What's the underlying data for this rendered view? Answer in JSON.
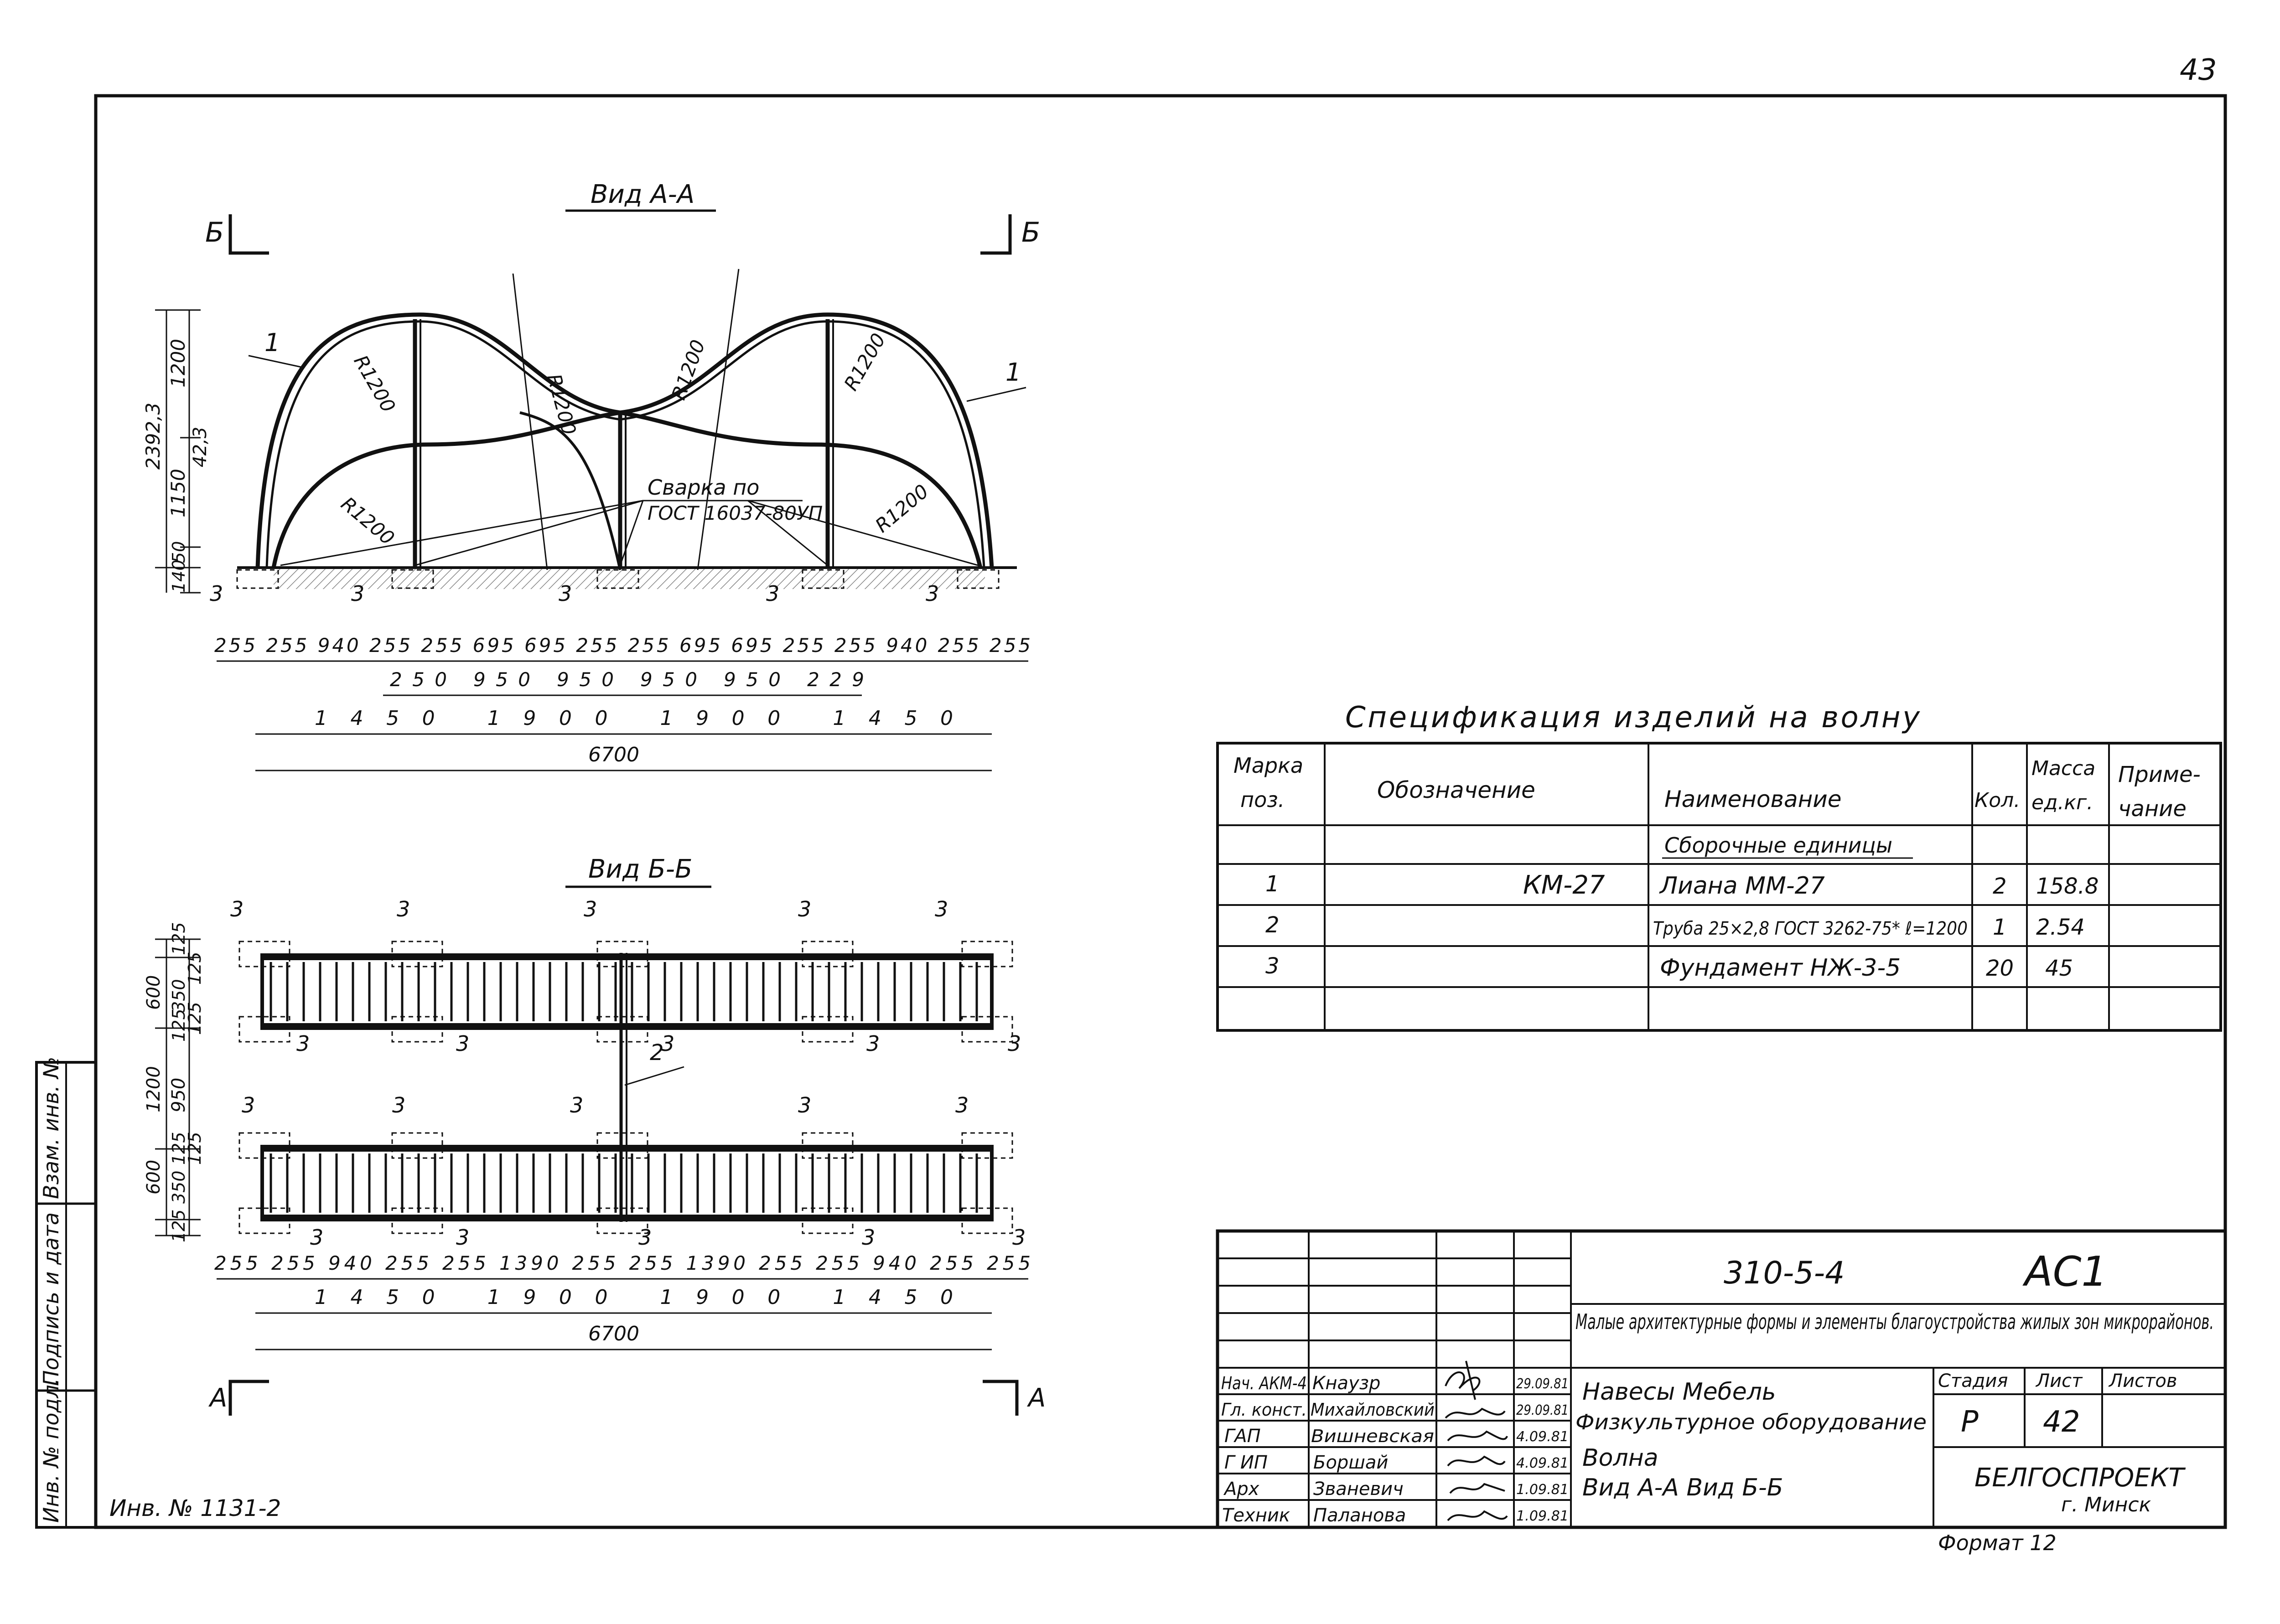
{
  "page_number": "43",
  "view_aa": {
    "title": "Вид А-А",
    "section_left": "Б",
    "section_right": "Б",
    "pos1": "1",
    "radius": "R1200",
    "weld_note_1": "Сварка по",
    "weld_note_2": "ГОСТ 16037-80УП",
    "foundation": "3",
    "vdims": [
      "2392,3",
      "1200",
      "42,3",
      "1150",
      "50",
      "140"
    ],
    "dims_row1": [
      "255",
      "255",
      "940",
      "255",
      "255",
      "695",
      "695",
      "255",
      "255",
      "695",
      "695",
      "255",
      "255",
      "940",
      "255",
      "255"
    ],
    "dims_row2": [
      "250",
      "950",
      "950",
      "950",
      "950",
      "229"
    ],
    "dims_row3": [
      "1450",
      "1900",
      "1900",
      "1450"
    ],
    "dims_total": "6700"
  },
  "view_bb": {
    "title": "Вид Б-Б",
    "section_left": "А",
    "section_right": "А",
    "foundation": "3",
    "pos2": "2",
    "vdims": [
      "125",
      "125",
      "600",
      "125",
      "350",
      "125",
      "950",
      "1200",
      "125",
      "125",
      "350",
      "600",
      "125"
    ],
    "dims_row1": [
      "255",
      "255",
      "940",
      "255",
      "255",
      "1390",
      "255",
      "255",
      "1390",
      "255",
      "255",
      "940",
      "255",
      "255"
    ],
    "dims_row3": [
      "1450",
      "1900",
      "1900",
      "1450"
    ],
    "dims_total": "6700"
  },
  "spec": {
    "title": "Спецификация изделий на волну",
    "headers": [
      "Марка поз.",
      "Обозначение",
      "Наименование",
      "Кол.",
      "Масса ед.кг.",
      "Приме- чание"
    ],
    "group": "Сборочные единицы",
    "rows": [
      {
        "pos": "1",
        "doc": "КМ-27",
        "name": "Лиана ММ-27",
        "qty": "2",
        "mass": "158.8",
        "note": ""
      },
      {
        "pos": "2",
        "doc": "",
        "name": "Труба 25×2,8 ГОСТ 3262-75* ℓ=1200",
        "qty": "1",
        "mass": "2.54",
        "note": ""
      },
      {
        "pos": "3",
        "doc": "",
        "name": "Фундамент НЖ-3-5",
        "qty": "20",
        "mass": "45",
        "note": ""
      }
    ]
  },
  "title_block": {
    "code": "310-5-4",
    "mark": "АС1",
    "project": "Малые архитектурные формы и элементы благоустройства жилых зон микрорайонов.",
    "section_1": "Навесы  Мебель",
    "section_2": "Физкультурное оборудование",
    "sheet_title_1": "Волна",
    "sheet_title_2": "Вид А-А  Вид Б-Б",
    "stage_label": "Стадия",
    "sheet_label": "Лист",
    "sheets_label": "Листов",
    "stage": "Р",
    "sheet": "42",
    "org": "БЕЛГОСПРОЕКТ",
    "city": "г. Минск",
    "format": "Формат 12",
    "staff": [
      {
        "role": "Нач. АКМ-4",
        "name": "Кнаузр",
        "date": "29.09.81"
      },
      {
        "role": "Гл. конст.",
        "name": "Михайловский",
        "date": "29.09.81"
      },
      {
        "role": "ГАП",
        "name": "Вишневская",
        "date": "4.09.81"
      },
      {
        "role": "Г ИП",
        "name": "Боршай",
        "date": "4.09.81"
      },
      {
        "role": "Арх",
        "name": "Званевич",
        "date": "1.09.81"
      },
      {
        "role": "Техник",
        "name": "Паланова",
        "date": "1.09.81"
      }
    ]
  },
  "side_stamp": [
    "Инв. № подл.",
    "Подпись и дата",
    "Взам. инв. №"
  ],
  "inventory": "Инв. № 1131-2"
}
